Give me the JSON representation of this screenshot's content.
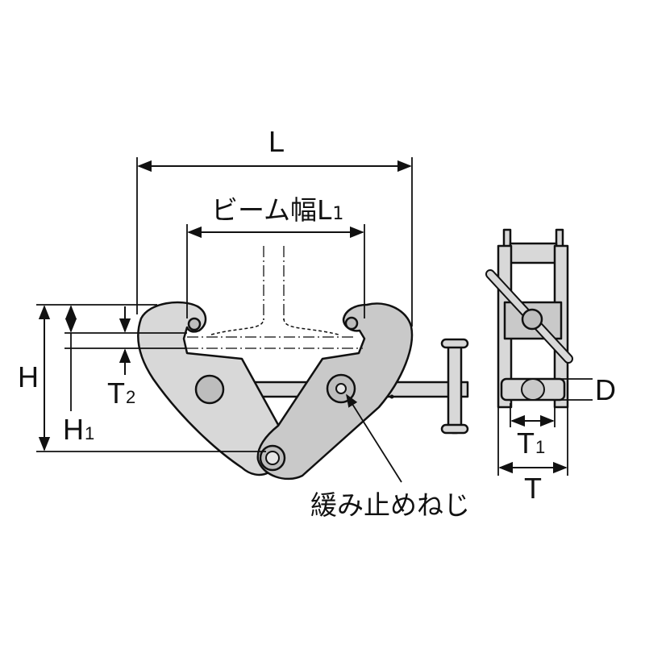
{
  "labels": {
    "L": "L",
    "beam_width_text": "ビーム幅L",
    "beam_width_sub": "1",
    "H": "H",
    "H1_main": "H",
    "H1_sub": "1",
    "T2_main": "T",
    "T2_sub": "2",
    "loosening_screw": "緩み止めねじ",
    "D": "D",
    "T1_main": "T",
    "T1_sub": "1",
    "T": "T"
  }
}
